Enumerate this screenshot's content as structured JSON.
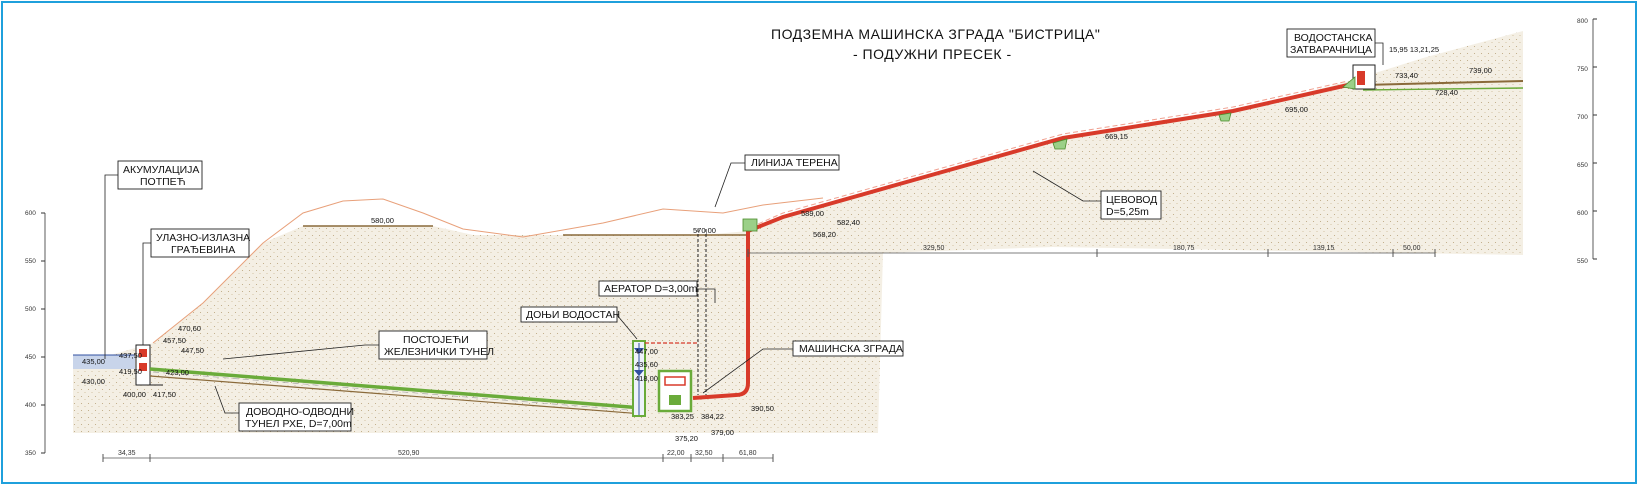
{
  "title": {
    "line1": "ПОДЗЕМНА  МАШИНСКА ЗГРАДА \"БИСТРИЦА\"",
    "line2": "- ПОДУЖНИ  ПРЕСЕК -"
  },
  "labels": {
    "akumulacija_1": "АКУМУЛАЦИЈА",
    "akumulacija_2": "ПОТПЕЋ",
    "ulazno_1": "УЛАЗНО-ИЗЛАЗНА",
    "ulazno_2": "ГРАЂЕВИНА",
    "teren": "ЛИНИЈА ТЕРЕНА",
    "cevovod_1": "ЦЕВОВОД",
    "cevovod_2": "D=5,25m",
    "vodostanska_1": "ВОДОСТАНСКА",
    "vodostanska_2": "ЗАТВАРАЧНИЦА",
    "aerator": "АЕРАТОР D=3,00m",
    "donji_vodostan": "ДОЊИ ВОДОСТАН",
    "tunel_zel_1": "ПОСТОЈЕЋИ",
    "tunel_zel_2": "ЖЕЛЕЗНИЧКИ ТУНЕЛ",
    "masinska": "МАШИНСКА ЗГРАДА",
    "dovodni_1": "ДОВОДНО-ОДВОДНИ",
    "dovodni_2": "ТУНЕЛ РХЕ, D=7,00m"
  },
  "elevations": {
    "e435": "435,00",
    "e430": "430,00",
    "e437": "437,50",
    "e419": "419,50",
    "e400": "400,00",
    "e417": "417,50",
    "e423": "423,00",
    "e457": "457,50",
    "e447": "447,50",
    "e470": "470,60",
    "e580": "580,00",
    "e570": "570,00",
    "e589": "589,00",
    "e582": "582,40",
    "e568": "568,20",
    "e669": "669,15",
    "e695": "695,00",
    "e733": "733,40",
    "e739": "739,00",
    "e728": "728,40",
    "e447b": "447,00",
    "e435b": "435,60",
    "e418": "418,00",
    "e383": "383,25",
    "e384": "384,22",
    "e375": "375,20",
    "e379": "379,00",
    "e390": "390,50",
    "top_small": "15,95 13,21,25"
  },
  "left_axis": [
    "600",
    "550",
    "500",
    "450",
    "400",
    "350"
  ],
  "right_axis": [
    "800",
    "750",
    "700",
    "650",
    "600",
    "550"
  ],
  "dims_bottom": [
    "34,35",
    "520,90",
    "22,00",
    "32,50",
    "61,80"
  ],
  "dims_top": [
    "329,50",
    "180,75",
    "139,15",
    "50,00"
  ],
  "colors": {
    "border": "#1fa0dc",
    "terrain": "#e8a07a",
    "rock": "#d8c8a8",
    "penstock": "#d83a2a",
    "tunnel": "#6aab3a",
    "ground_line": "#8a6a3a"
  }
}
